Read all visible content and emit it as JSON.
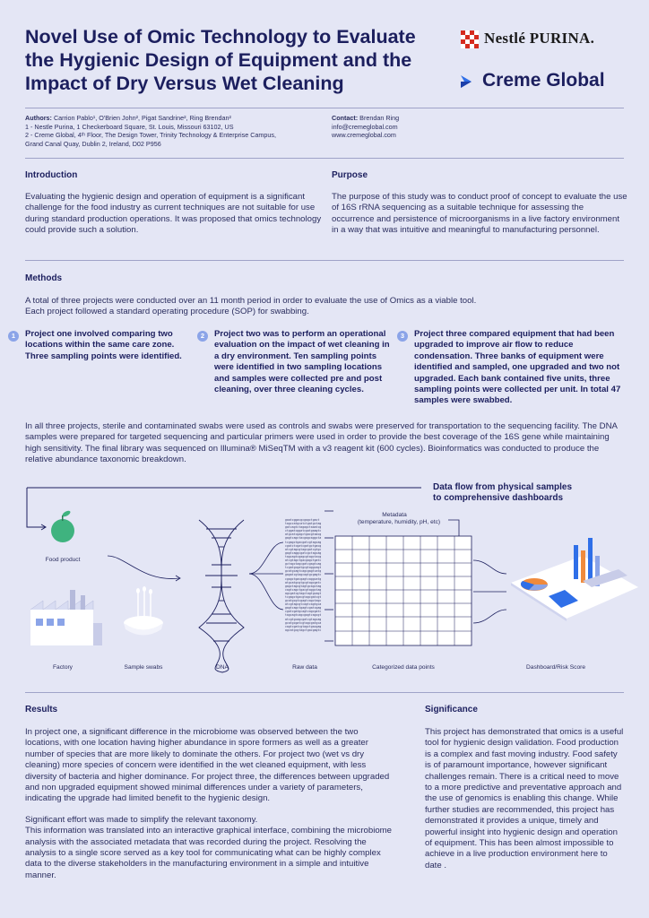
{
  "header": {
    "title": "Novel Use of Omic Technology to Evaluate\nthe Hygienic Design of Equipment and the\nImpact  of Dry Versus Wet Cleaning",
    "logo1": "Nestlé PURINA.",
    "logo2": "Creme Global"
  },
  "authors": {
    "label": "Authors:",
    "names": "Carrion Pablo¹, O'Brien John², Pigat Sandrine², Ring Brendan²",
    "affil1": "1 - Nestle Purina,  1 Checkerboard Square, St. Louis, Missouri 63102, US",
    "affil2": "2 - Creme Global, 4ᵗʰ Floor, The Design Tower, Trinity Technology & Enterprise Campus,",
    "affil3": "Grand Canal Quay, Dublin 2, Ireland, D02 P956"
  },
  "contact": {
    "label": "Contact:",
    "name": "Brendan Ring",
    "email": "info@cremeglobal.com",
    "web": "www.cremeglobal.com"
  },
  "introduction": {
    "heading": "Introduction",
    "text": "Evaluating the hygienic design and operation of equipment is a significant challenge for the food industry as current techniques are not suitable for use during standard production operations. It was proposed that omics technology could provide such a solution."
  },
  "purpose": {
    "heading": "Purpose",
    "text": "The purpose of this study was to conduct proof of concept to evaluate the use of 16S rRNA sequencing as a suitable technique for assessing the occurrence and persistence of microorganisms in a live factory environment in a way that was intuitive and meaningful to manufacturing personnel."
  },
  "methods": {
    "heading": "Methods",
    "intro1": "A total of three projects were conducted over an 11 month period in order to evaluate the use of Omics as a viable tool.",
    "intro2": "Each project followed a standard operating procedure (SOP) for swabbing.",
    "projects": [
      {
        "num": "1",
        "text": "Project one involved comparing two locations within the same care zone. Three sampling points were identified."
      },
      {
        "num": "2",
        "text": "Project two was to perform an operational evaluation on the impact of wet cleaning in a dry environment. Ten sampling points were identified in two sampling locations and samples were collected pre and post cleaning, over three cleaning cycles."
      },
      {
        "num": "3",
        "text": "Project three compared equipment that had been upgraded to improve air flow to reduce condensation. Three banks of equipment were identified and sampled, one upgraded and two not upgraded. Each bank contained five units, three sampling points were collected per unit. In total 47 samples were swabbed."
      }
    ],
    "paragraph": "In all three projects, sterile and contaminated swabs were used as controls and swabs were preserved for transportation to the sequencing facility. The DNA samples were prepared for targeted sequencing and particular primers were used in order to provide the best coverage of the 16S gene while maintaining high sensitivity. The final library was sequenced on Illumina® MiSeqTM with a v3 reagent kit (600 cycles). Bioinformatics was conducted to produce the relative abundance taxonomic breakdown."
  },
  "diagram": {
    "title": "Data flow from physical samples\nto comprehensive dashboards",
    "labels": {
      "food_product": "Food product",
      "factory": "Factory",
      "sample_swabs": "Sample swabs",
      "dna": "DNA",
      "raw_data": "Raw data",
      "metadata": "Metadata",
      "metadata_sub": "(temperature, humidity, pH, etc)",
      "categorized": "Categorized data points",
      "dashboard": "Dashboard/Risk Score"
    }
  },
  "results": {
    "heading": "Results",
    "p1": "In project one, a significant difference in the microbiome was observed between the two locations, with one location having higher abundance in spore formers as well as a greater number of species that are more likely to dominate the others. For project two (wet vs dry cleaning) more species of concern were identified in the wet cleaned equipment, with less diversity of bacteria and higher dominance. For project three, the differences between upgraded and non upgraded equipment showed minimal differences under a variety of parameters, indicating the upgrade had limited benefit to the hygienic design.",
    "p2": "Significant effort was made to simplify the relevant taxonomy.",
    "p3": "This information was translated into an interactive graphical interface, combining the microbiome analysis with the associated metadata that was recorded during the project. Resolving the analysis to a single score served as a key tool for communicating what can be highly complex data to the diverse stakeholders in the manufacturing environment in a simple and intuitive manner."
  },
  "significance": {
    "heading": "Significance",
    "text": "This project has demonstrated that omics is a useful tool for hygienic design validation. Food production is a complex and fast moving industry. Food safety is of paramount importance, however significant challenges remain. There is a critical need to move to a more predictive and preventative approach and the use of genomics is enabling this change. While further studies are recommended, this project has demonstrated it provides a unique, timely and powerful insight into hygienic design and operation of equipment. This has been almost impossible to achieve in a live production environment here to date ."
  },
  "colors": {
    "background": "#e4e6f5",
    "navy": "#1c1f5e",
    "accent_blue": "#8ba4e8",
    "green": "#3fb37f",
    "purina_red": "#d52b1e"
  }
}
